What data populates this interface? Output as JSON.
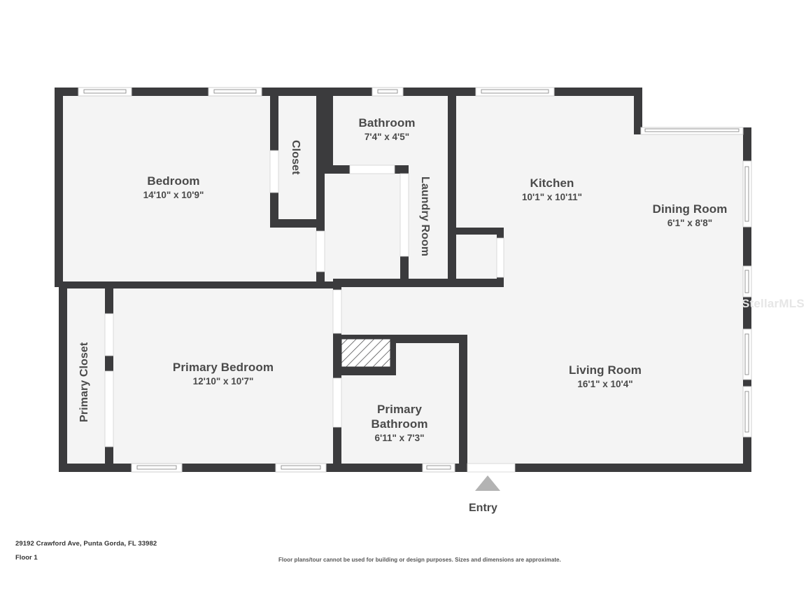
{
  "document": {
    "type": "floor-plan",
    "address": "29192 Crawford Ave, Punta Gorda, FL 33982",
    "floor": "Floor 1",
    "disclaimer": "Floor plans/tour cannot be used for building or design purposes. Sizes and dimensions are approximate.",
    "watermark": "StellarMLS"
  },
  "colors": {
    "wall": "#3b3b3d",
    "floor_fill": "#f4f4f4",
    "label_text": "#4a4a4a",
    "window_fill": "#ffffff",
    "entry_arrow": "#b3b3b3",
    "watermark": "#e6e6e6",
    "footer_text": "#333333",
    "page_background": "#ffffff"
  },
  "rooms": [
    {
      "id": "bedroom",
      "name": "Bedroom",
      "dims": "14'10\" x 10'9\"",
      "orientation": "horizontal"
    },
    {
      "id": "closet",
      "name": "Closet",
      "dims": "",
      "orientation": "vertical-down"
    },
    {
      "id": "bathroom",
      "name": "Bathroom",
      "dims": "7'4\" x 4'5\"",
      "orientation": "horizontal"
    },
    {
      "id": "laundry-room",
      "name": "Laundry Room",
      "dims": "",
      "orientation": "vertical-down"
    },
    {
      "id": "kitchen",
      "name": "Kitchen",
      "dims": "10'1\" x 10'11\"",
      "orientation": "horizontal"
    },
    {
      "id": "dining-room",
      "name": "Dining Room",
      "dims": "6'1\" x 8'8\"",
      "orientation": "horizontal"
    },
    {
      "id": "primary-closet",
      "name": "Primary Closet",
      "dims": "",
      "orientation": "vertical-up"
    },
    {
      "id": "primary-bedroom",
      "name": "Primary Bedroom",
      "dims": "12'10\" x 10'7\"",
      "orientation": "horizontal"
    },
    {
      "id": "primary-bathroom",
      "name": "Primary Bathroom",
      "dims": "6'11\" x 7'3\"",
      "orientation": "horizontal",
      "name_line1": "Primary",
      "name_line2": "Bathroom"
    },
    {
      "id": "living-room",
      "name": "Living Room",
      "dims": "16'1\" x 10'4\"",
      "orientation": "horizontal"
    }
  ],
  "entry": {
    "label": "Entry",
    "icon": "triangle-up-arrow"
  }
}
